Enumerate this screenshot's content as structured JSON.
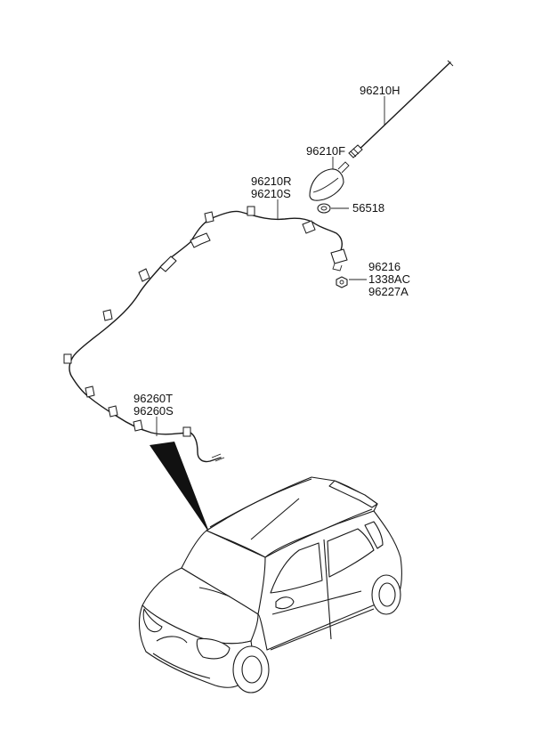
{
  "labels": {
    "antenna_rod": "96210H",
    "antenna_base": "96210F",
    "feeder_cable_1": "96210R",
    "feeder_cable_2": "96210S",
    "washer": "56518",
    "nut_part": "96216",
    "bolt_part": "1338AC",
    "bracket_part": "96227A",
    "extension_cable_1": "96260T",
    "extension_cable_2": "96260S"
  }
}
